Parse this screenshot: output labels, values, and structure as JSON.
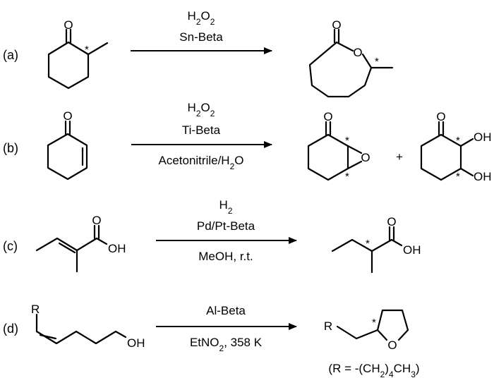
{
  "reactions": [
    {
      "label": "(a)",
      "conditions": {
        "above": "H2O2",
        "below": "Sn-Beta"
      },
      "substrate": {
        "atoms": [
          "O"
        ],
        "stereocenter": "*"
      },
      "product": {
        "atoms": [
          "O",
          "O"
        ],
        "stereocenter": "*"
      }
    },
    {
      "label": "(b)",
      "conditions": {
        "above": "H2O2",
        "middle": "Ti-Beta",
        "below": "Acetonitrile/H2O"
      },
      "substrate": {
        "atoms": [
          "O"
        ]
      },
      "product1": {
        "atoms": [
          "O",
          "O"
        ],
        "stereocenter": "*"
      },
      "plus": "+",
      "product2": {
        "atoms": [
          "O",
          "OH",
          "OH"
        ],
        "stereocenter": "*"
      }
    },
    {
      "label": "(c)",
      "conditions": {
        "above": "H2",
        "middle": "Pd/Pt-Beta",
        "below": "MeOH, r.t."
      },
      "substrate": {
        "atoms": [
          "O",
          "OH"
        ]
      },
      "product": {
        "atoms": [
          "O",
          "OH"
        ],
        "stereocenter": "*"
      }
    },
    {
      "label": "(d)",
      "conditions": {
        "above": "Al-Beta",
        "below": "EtNO2, 358 K"
      },
      "substrate": {
        "atoms": [
          "R",
          "OH"
        ]
      },
      "product": {
        "atoms": [
          "R",
          "O"
        ],
        "stereocenter": "*"
      },
      "note": "(R = -(CH2)4CH3)"
    }
  ]
}
